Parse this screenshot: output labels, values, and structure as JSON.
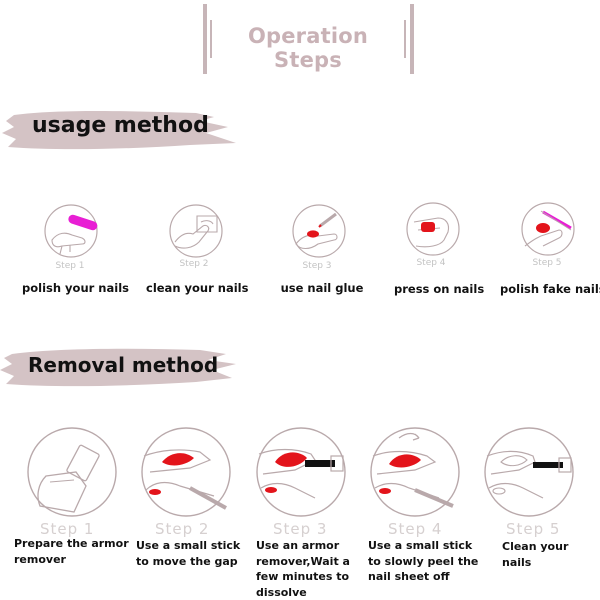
{
  "header": {
    "title": "Operation Steps"
  },
  "usage": {
    "heading": "usage method",
    "steps": [
      {
        "caption": "Step 1",
        "label": "polish your nails",
        "icon": "hand-buffer-icon"
      },
      {
        "caption": "Step 2",
        "label": "clean your nails",
        "icon": "hand-wipe-icon"
      },
      {
        "caption": "Step 3",
        "label": "use nail glue",
        "icon": "nail-glue-icon"
      },
      {
        "caption": "Step 4",
        "label": "press on nails",
        "icon": "press-nail-icon"
      },
      {
        "caption": "Step 5",
        "label": "polish fake nails",
        "icon": "file-nail-icon"
      }
    ]
  },
  "removal": {
    "heading": "Removal method",
    "steps": [
      {
        "caption": "Step 1",
        "label": "Prepare the armor remover",
        "icon": "remover-bottle-icon"
      },
      {
        "caption": "Step 2",
        "label": "Use a small stick to move the gap",
        "icon": "stick-gap-icon"
      },
      {
        "caption": "Step 3",
        "label": "Use an armor remover,Wait a few minutes to dissolve",
        "icon": "remover-brush-icon"
      },
      {
        "caption": "Step 4",
        "label": "Use a small stick to slowly peel the nail sheet off",
        "icon": "peel-nail-icon"
      },
      {
        "caption": "Step 5",
        "label": "Clean your nails",
        "icon": "clean-nail-icon"
      }
    ]
  },
  "colors": {
    "accent": "#c9b2b6",
    "brush": "#d4c3c5",
    "nail_red": "#e3141b",
    "polish_magenta": "#e81fd4"
  }
}
